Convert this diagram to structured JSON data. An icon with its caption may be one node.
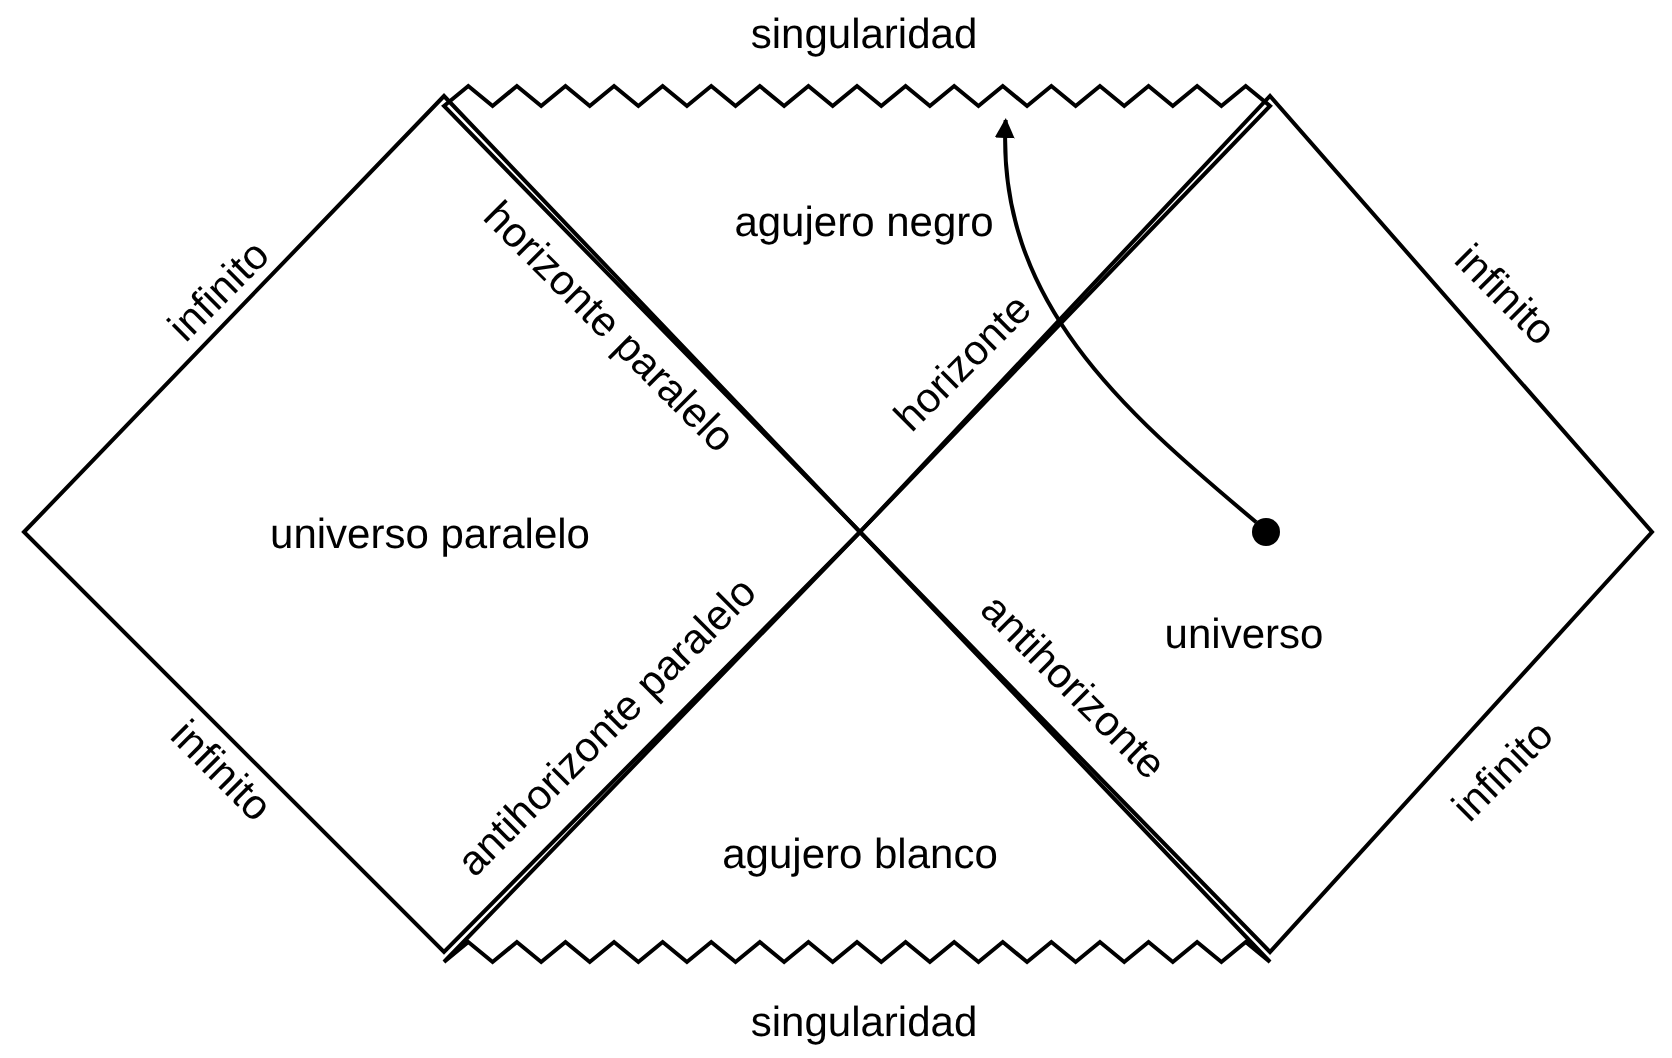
{
  "diagram": {
    "nodes": [
      {
        "text": [
          "agujero negro"
        ]
      },
      {
        "text": [
          "universo paralelo"
        ]
      },
      {
        "text": [
          "universo"
        ]
      },
      {
        "text": [
          "agujero blanco"
        ]
      },
      {
        "text": [],
        "shape": "circle",
        "in": 2
      }
    ],
    "edges": [
      {
        "from": 4,
        "to": 0,
        "arrow": "to"
      }
    ],
    "labels": [
      "singularidad",
      "infinito",
      "horizonte paralelo",
      "infinito",
      "horizonte",
      "antihorizonte paralelo",
      "antihorizonte",
      "infinito",
      "infinito",
      "singularidad"
    ]
  }
}
